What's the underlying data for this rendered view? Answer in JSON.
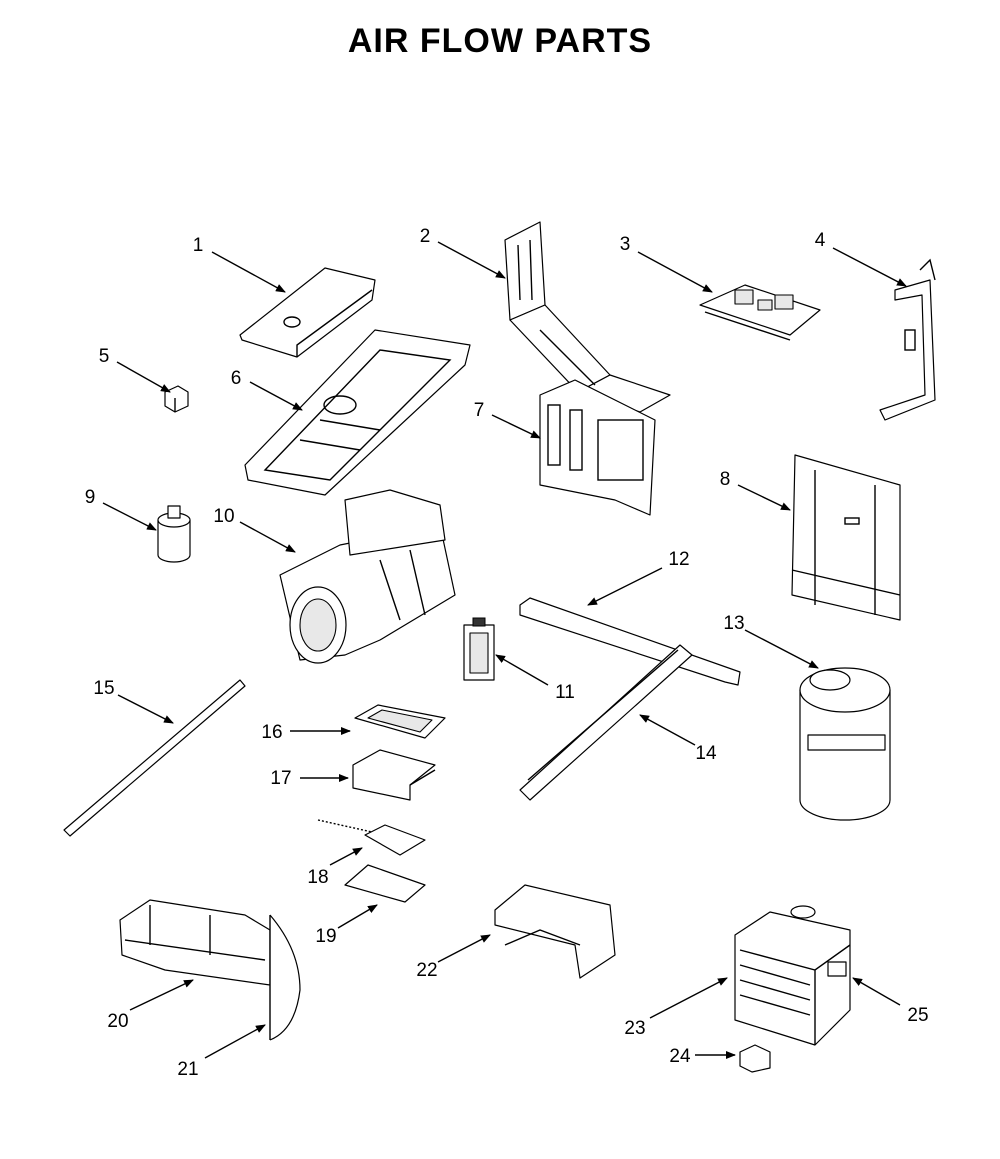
{
  "title": "AIR FLOW PARTS",
  "callouts": [
    "1",
    "2",
    "3",
    "4",
    "5",
    "6",
    "7",
    "8",
    "9",
    "10",
    "11",
    "12",
    "13",
    "14",
    "15",
    "16",
    "17",
    "18",
    "19",
    "20",
    "21",
    "22",
    "23",
    "24",
    "25"
  ]
}
